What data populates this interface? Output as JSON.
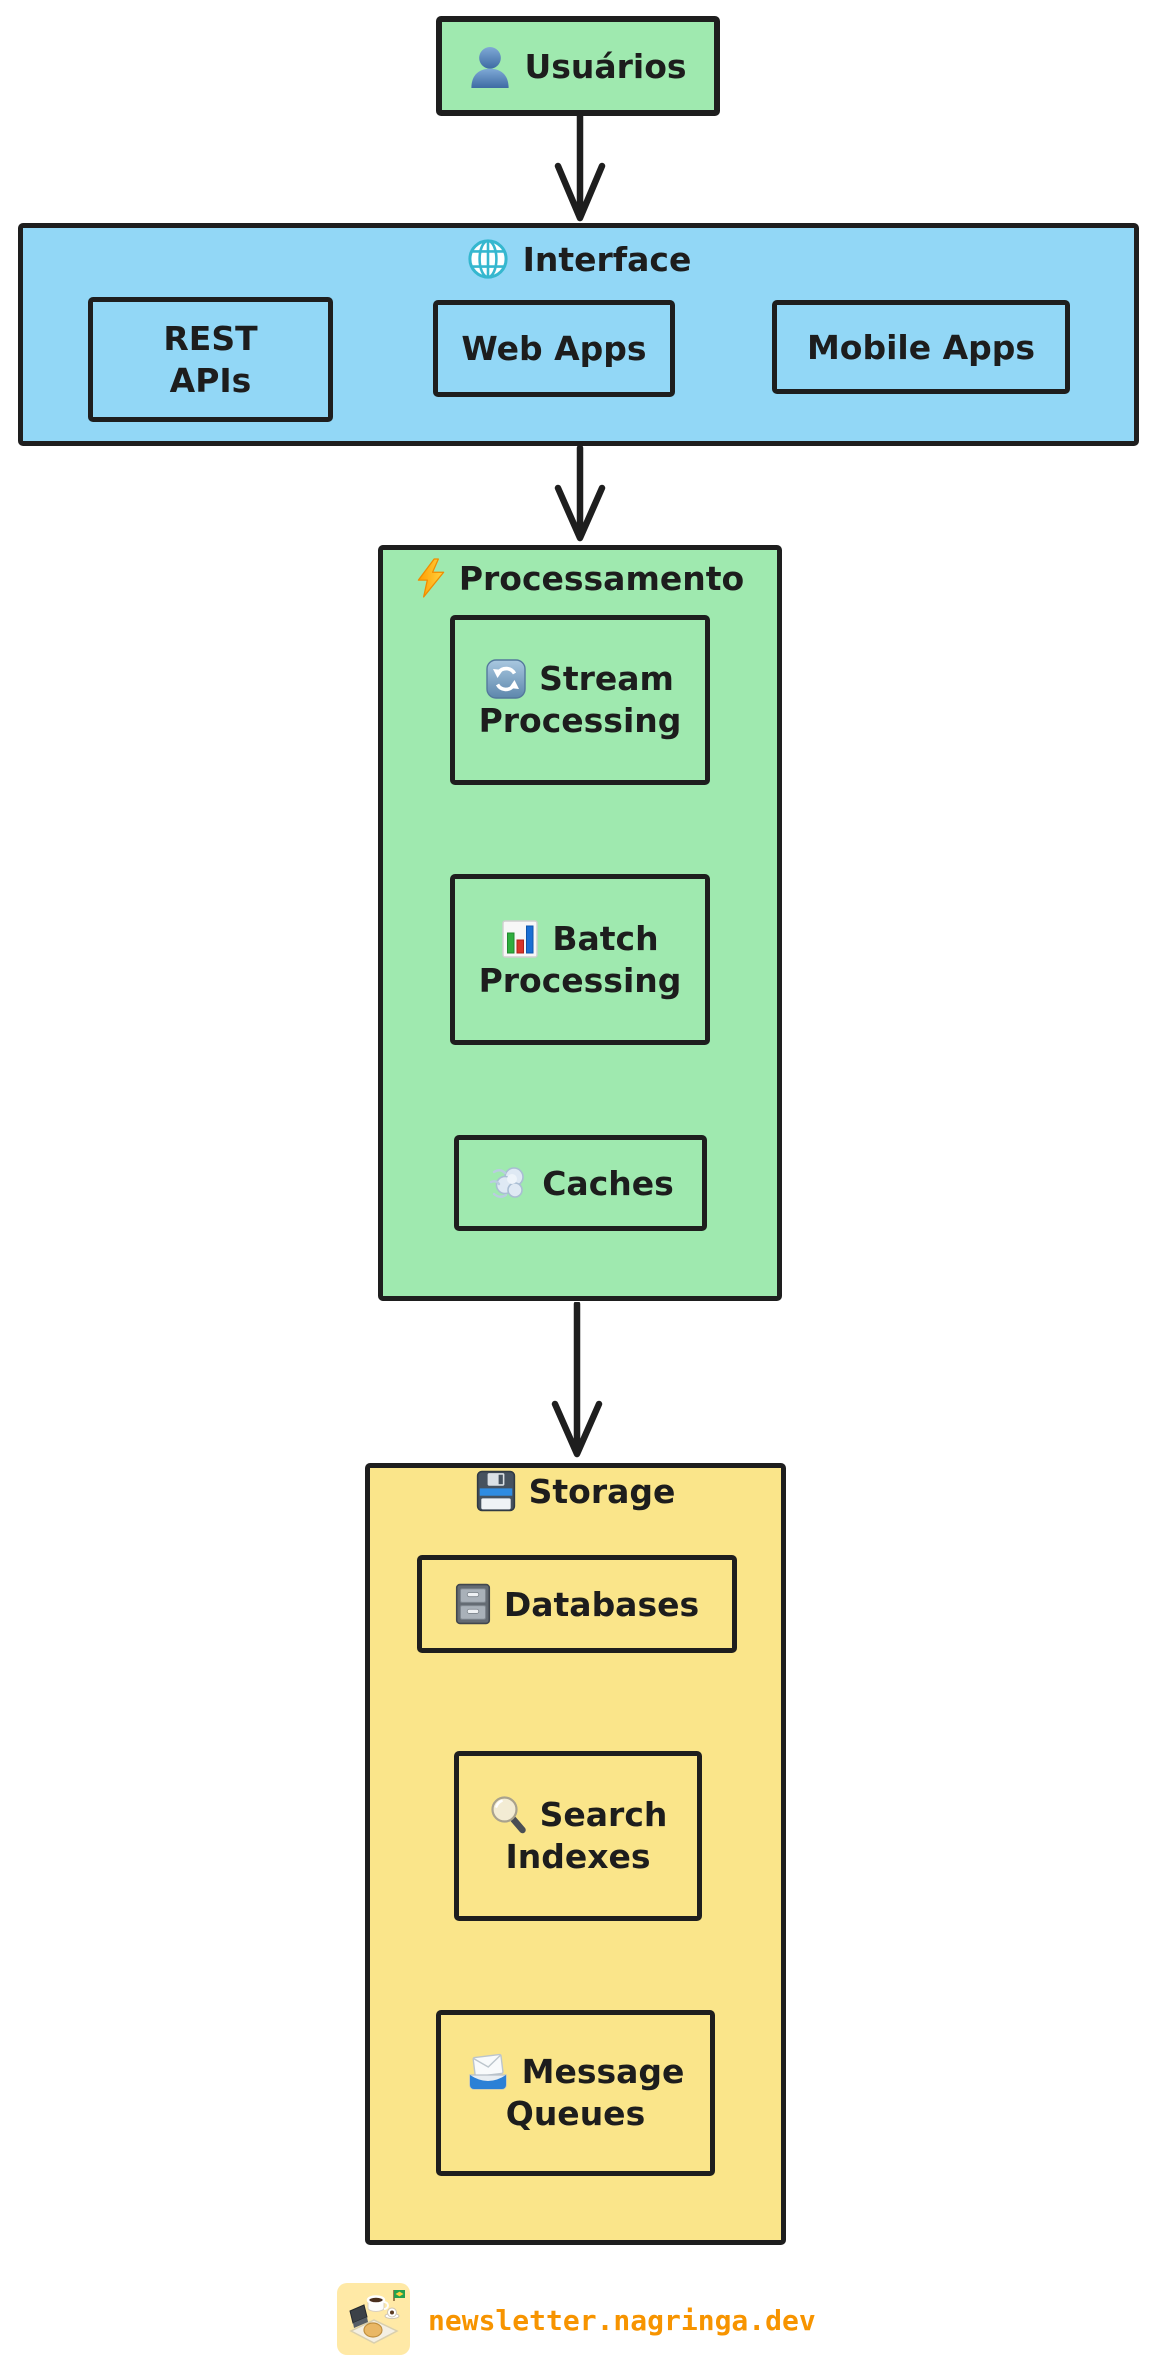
{
  "users": {
    "label": "Usuários",
    "icon": "person-icon"
  },
  "interface": {
    "title": "Interface",
    "icon": "globe-icon",
    "items": [
      {
        "lines": [
          "REST",
          "APIs"
        ]
      },
      {
        "lines": [
          "Web Apps"
        ]
      },
      {
        "lines": [
          "Mobile Apps"
        ]
      }
    ]
  },
  "processing": {
    "title": "Processamento",
    "icon": "lightning-icon",
    "items": [
      {
        "lines": [
          "Stream",
          "Processing"
        ],
        "icon": "refresh-arrows-icon"
      },
      {
        "lines": [
          "Batch",
          "Processing"
        ],
        "icon": "bar-chart-icon"
      },
      {
        "lines": [
          "Caches"
        ],
        "icon": "dash-cloud-icon"
      }
    ]
  },
  "storage": {
    "title": "Storage",
    "icon": "floppy-disk-icon",
    "items": [
      {
        "lines": [
          "Databases"
        ],
        "icon": "file-cabinet-icon"
      },
      {
        "lines": [
          "Search",
          "Indexes"
        ],
        "icon": "magnifying-glass-icon"
      },
      {
        "lines": [
          "Message",
          "Queues"
        ],
        "icon": "incoming-envelope-icon"
      }
    ]
  },
  "footer": {
    "link": "newsletter.nagringa.dev",
    "icon": "nagringa-logo"
  },
  "colors": {
    "node_green": "#9fe9af",
    "node_blue": "#92d7f6",
    "node_yellow": "#fae58a",
    "border_black": "#1e1e1e",
    "link_orange": "#f79400",
    "text": "#1d1d1d"
  }
}
